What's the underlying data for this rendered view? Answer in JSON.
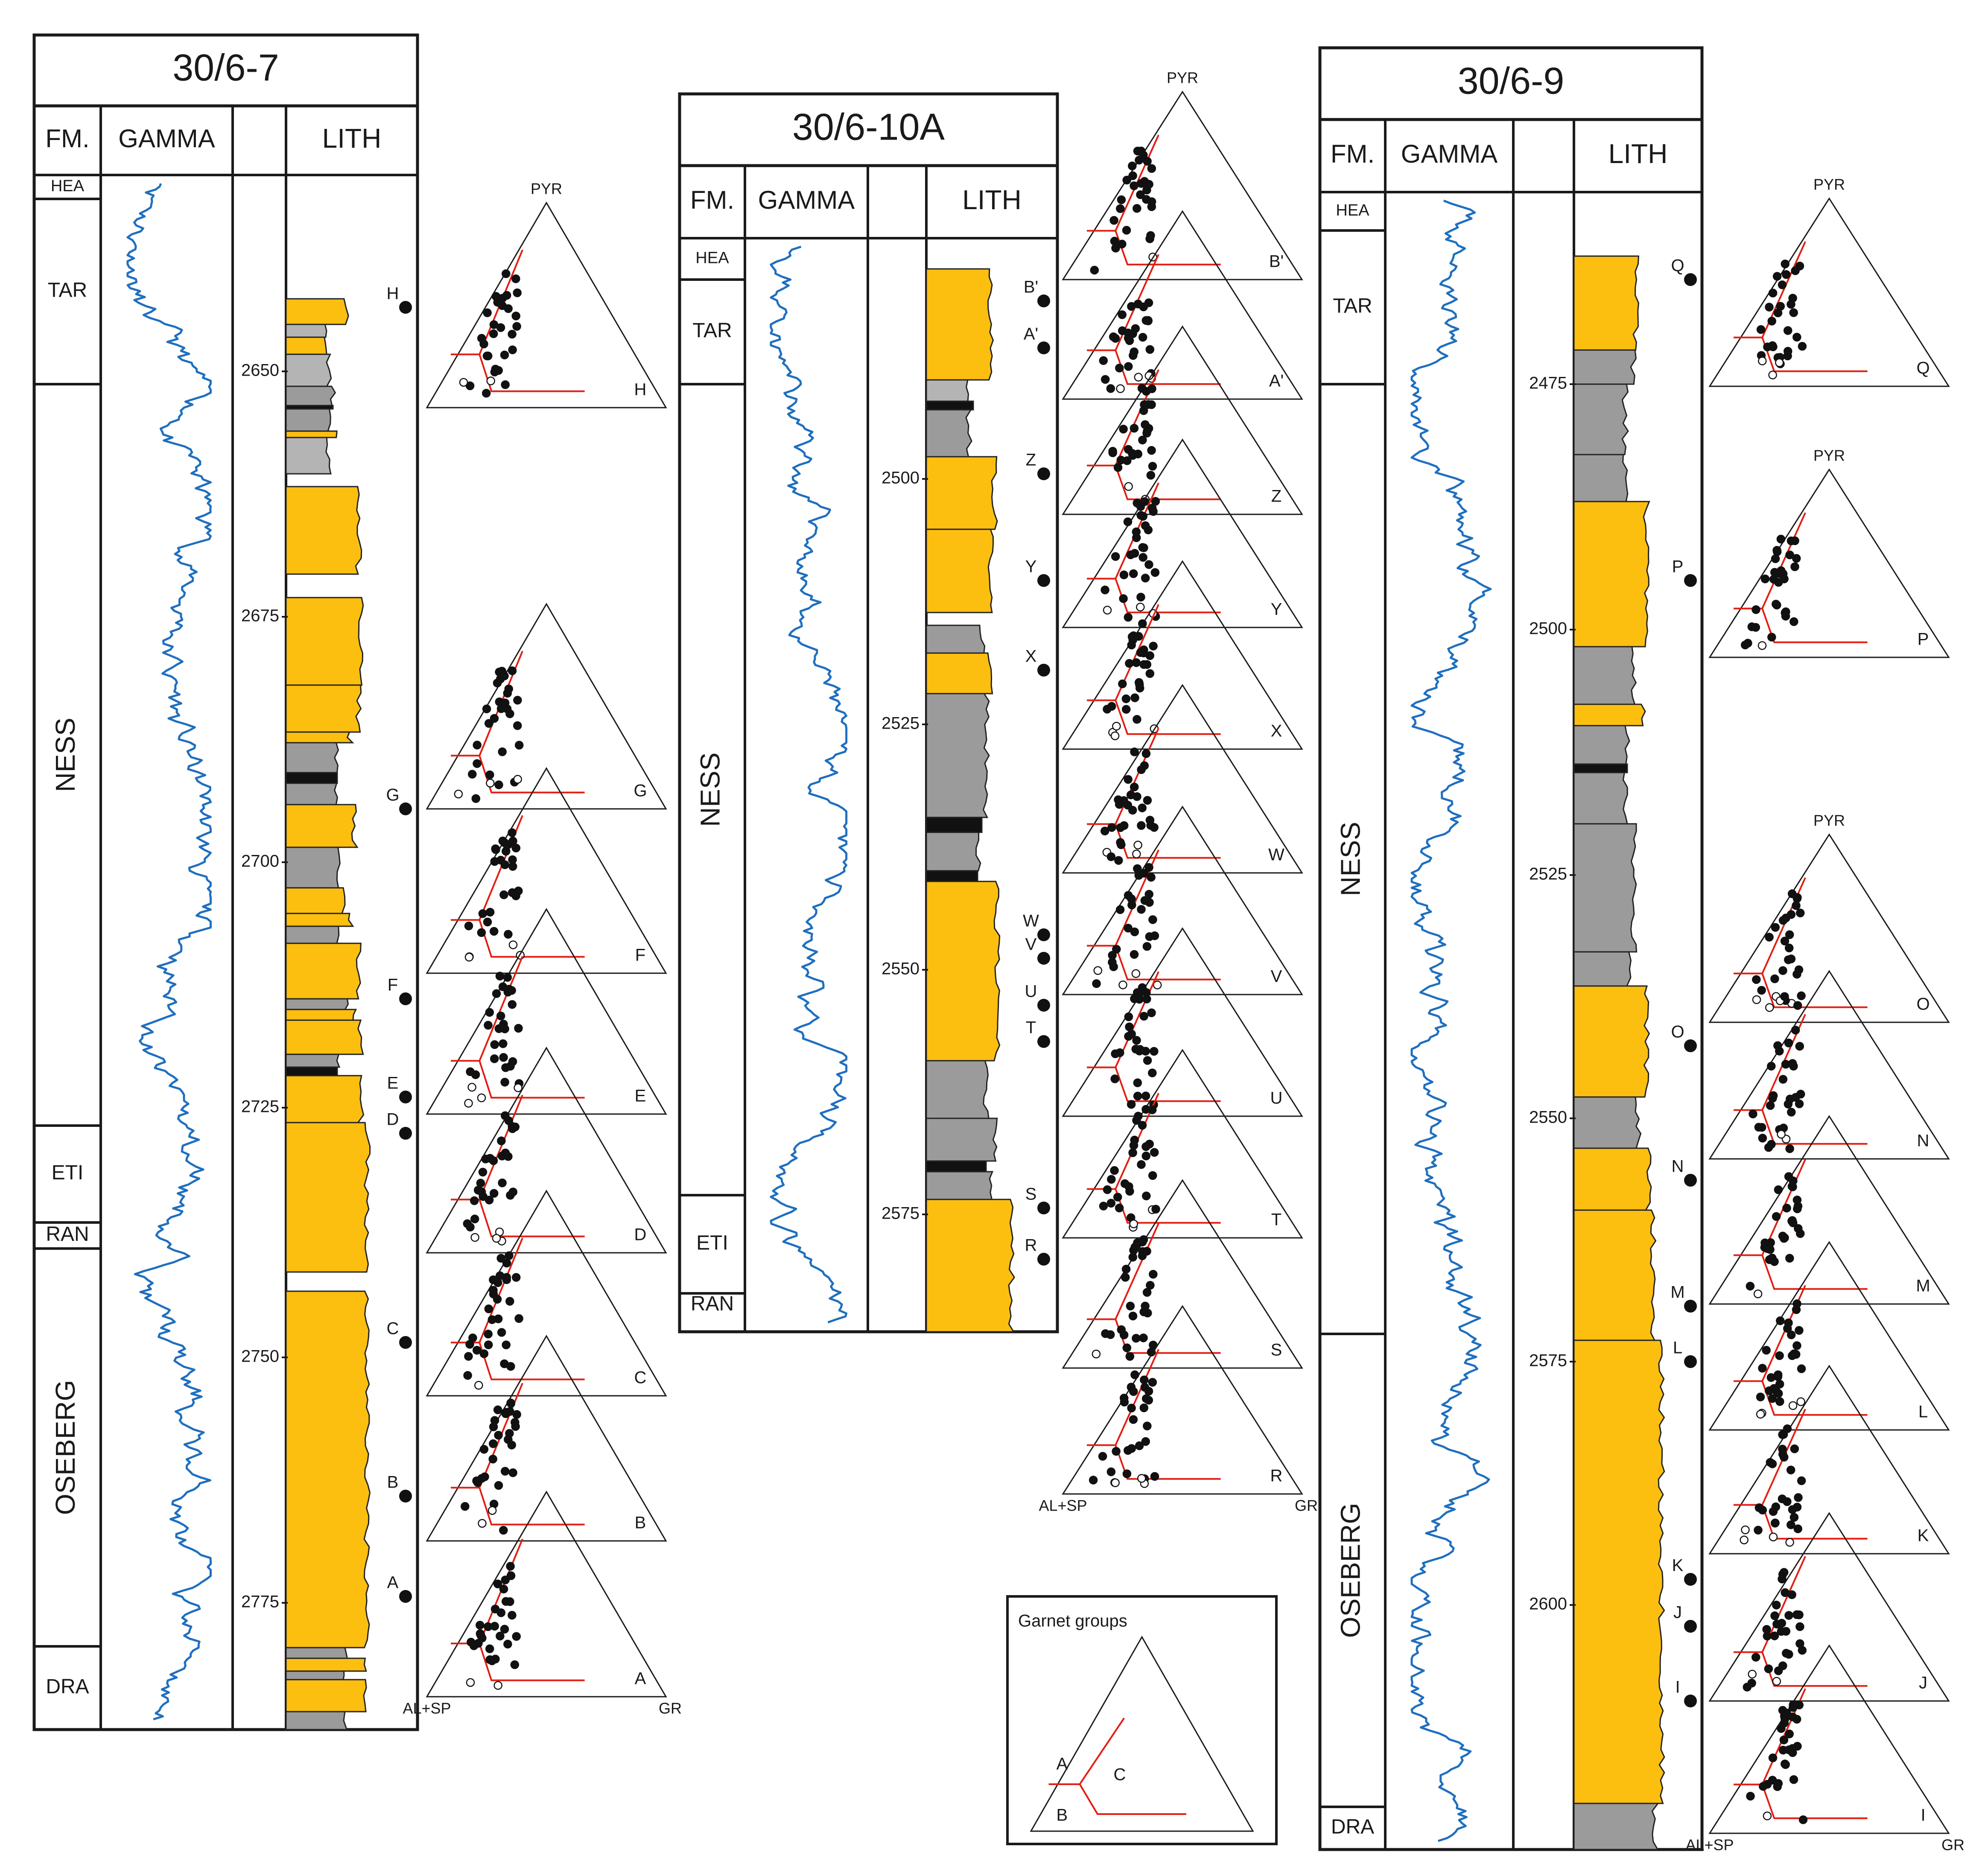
{
  "colors": {
    "sand": "#FCBF10",
    "shale": "#9B9B9B",
    "shale_light": "#B4B4B4",
    "coal": "#111111",
    "gamma": "#1F6FBF",
    "boundary": "#E21E12",
    "frame": "#1A1A1A"
  },
  "headers": {
    "fm": "FM.",
    "gamma": "GAMMA",
    "lith": "LITH"
  },
  "ternary_apices": {
    "top": "PYR",
    "left": "AL+SP",
    "right": "GR"
  },
  "wells": [
    {
      "name": "30/6-7",
      "formations": [
        "HEA",
        "TAR",
        "NESS",
        "ETI",
        "RAN",
        "OSEBERG",
        "DRA"
      ],
      "depth_ticks": [
        "2650",
        "2675",
        "2700",
        "2725",
        "2750",
        "2775"
      ],
      "samples": [
        "H",
        "G",
        "F",
        "E",
        "D",
        "C",
        "B",
        "A"
      ]
    },
    {
      "name": "30/6-10A",
      "formations": [
        "HEA",
        "TAR",
        "NESS",
        "ETI",
        "RAN"
      ],
      "depth_ticks": [
        "2500",
        "2525",
        "2550",
        "2575"
      ],
      "samples": [
        "B'",
        "A'",
        "Z",
        "Y",
        "X",
        "W",
        "V",
        "U",
        "T",
        "S",
        "R"
      ]
    },
    {
      "name": "30/6-9",
      "formations": [
        "HEA",
        "TAR",
        "NESS",
        "OSEBERG",
        "DRA"
      ],
      "depth_ticks": [
        "2475",
        "2500",
        "2525",
        "2550",
        "2575",
        "2600"
      ],
      "samples": [
        "Q",
        "P",
        "O",
        "N",
        "M",
        "L",
        "K",
        "J",
        "I"
      ]
    }
  ],
  "ternary_plots": {
    "well_1": [
      "H",
      "G",
      "F",
      "E",
      "D",
      "C",
      "B",
      "A"
    ],
    "well_2": [
      "B'",
      "A'",
      "Z",
      "Y",
      "X",
      "W",
      "V",
      "U",
      "T",
      "S",
      "R"
    ],
    "well_3": [
      "Q",
      "P",
      "O",
      "N",
      "M",
      "L",
      "K",
      "J",
      "I"
    ]
  },
  "legend": {
    "title": "Garnet groups",
    "groups": [
      "A",
      "B",
      "C"
    ]
  }
}
